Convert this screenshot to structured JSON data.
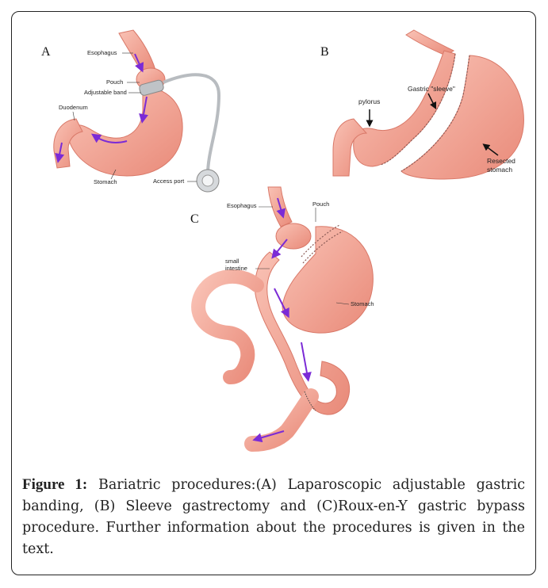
{
  "figure": {
    "panel_letters": [
      "A",
      "B",
      "C"
    ],
    "panel_a_labels": {
      "esophagus": "Esophagus",
      "pouch": "Pouch",
      "adjustable_band": "Adjustable band",
      "duodenum": "Duodenum",
      "stomach": "Stomach",
      "access_port": "Access port"
    },
    "panel_b_labels": {
      "gastric_sleeve": "Gastric \"sleeve\"",
      "pylorus": "pylorus",
      "resected_stomach_line1": "Resected",
      "resected_stomach_line2": "stomach"
    },
    "panel_c_labels": {
      "esophagus": "Esophagus",
      "pouch": "Pouch",
      "small_intestine_line1": "small",
      "small_intestine_line2": "intestine",
      "stomach": "Stomach"
    },
    "colors": {
      "organ_fill": "#f2a596",
      "organ_edge": "#d97868",
      "arrow": "#7b2bd6"
    }
  },
  "caption": {
    "label": "Figure 1:",
    "text": " Bariatric procedures:(A) Laparoscopic adjustable gastric banding, (B) Sleeve gastrectomy and (C)Roux-en-Y gastric bypass procedure. Further information about the procedures is given in the text."
  }
}
